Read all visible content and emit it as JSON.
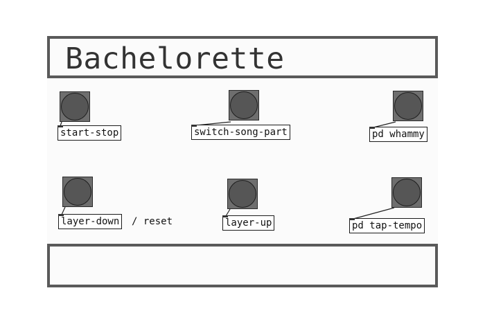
{
  "window": {
    "title": "Bachelorette"
  },
  "controls": [
    {
      "name": "start-stop"
    },
    {
      "name": "switch-song-part"
    },
    {
      "name": "pd whammy"
    },
    {
      "name": "layer-down",
      "comment": "/ reset"
    },
    {
      "name": "layer-up"
    },
    {
      "name": "pd tap-tempo"
    }
  ],
  "colors": {
    "frame": "#5a5a5a",
    "bang_fill": "#6e6e6e",
    "bang_circle": "#565656",
    "background": "#fbfbfb"
  }
}
